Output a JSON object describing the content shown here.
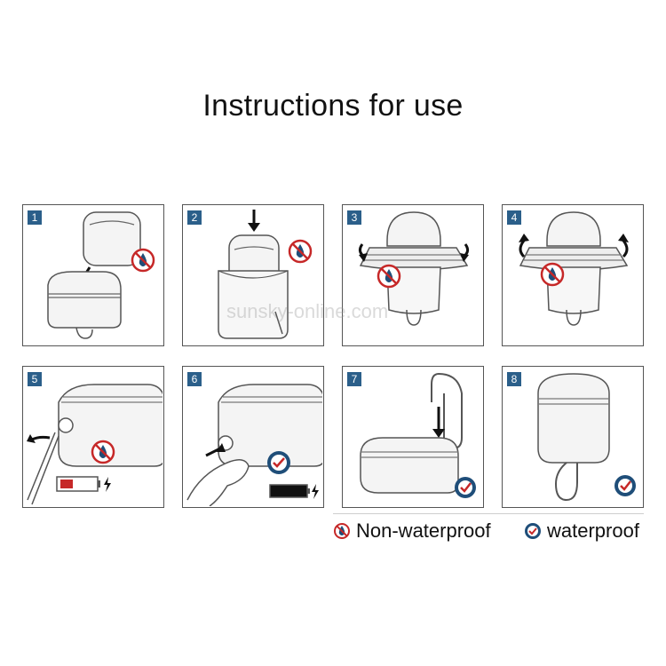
{
  "title": "Instructions for use",
  "watermark": "sunsky-online.com",
  "steps": [
    {
      "number": "1"
    },
    {
      "number": "2"
    },
    {
      "number": "3"
    },
    {
      "number": "4"
    },
    {
      "number": "5"
    },
    {
      "number": "6"
    },
    {
      "number": "7"
    },
    {
      "number": "8"
    }
  ],
  "legend": {
    "non_waterproof_label": "Non-waterproof",
    "waterproof_label": "waterproof"
  },
  "colors": {
    "step_badge": "#2b5f8a",
    "non_waterproof": "#c62828",
    "waterproof": "#1f4e79",
    "battery_low": "#c62828",
    "battery_full": "#111111"
  }
}
